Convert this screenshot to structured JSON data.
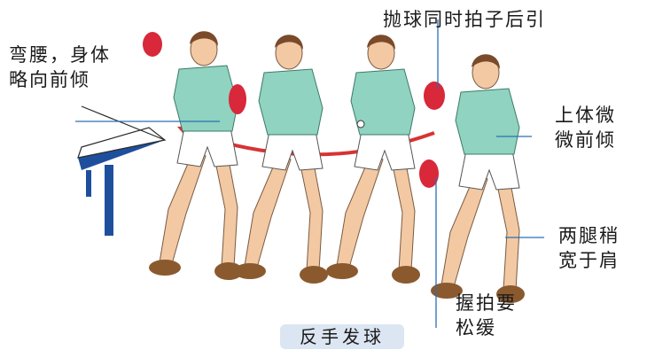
{
  "labels": {
    "bend": "弯腰，身体\n略向前倾",
    "toss": "抛球同时拍子后引",
    "upper": "上体微\n微前倾",
    "legs": "两腿稍\n宽于肩",
    "grip": "握拍要\n松缓"
  },
  "title": "反手发球",
  "colors": {
    "shirt": "#8fd3c0",
    "paddle": "#d8283a",
    "arrow": "#d83232",
    "table": "#1e4f9c",
    "skin": "#f2c9a3",
    "hair": "#7a4a2a",
    "shoe": "#8a5a2e",
    "label_box": "#dbe6f2"
  }
}
